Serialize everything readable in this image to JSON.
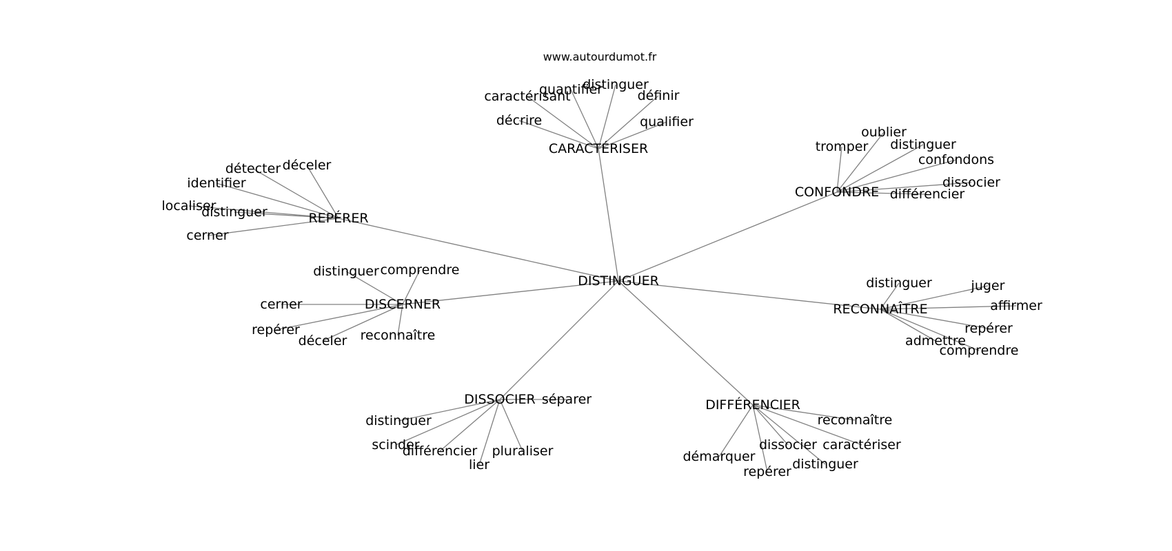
{
  "watermark": "www.autourdumot.fr",
  "center": "DISTINGUER",
  "groups": [
    {
      "label": "CARACTÉRISER",
      "words": [
        "caractérisant",
        "quantifier",
        "distinguer",
        "définir",
        "décrire",
        "qualifier"
      ]
    },
    {
      "label": "CONFONDRE",
      "words": [
        "tromper",
        "oublier",
        "distinguer",
        "confondons",
        "dissocier",
        "différencier"
      ]
    },
    {
      "label": "REPÉRER",
      "words": [
        "détecter",
        "déceler",
        "identifier",
        "localiser",
        "distinguer",
        "cerner"
      ]
    },
    {
      "label": "DISCERNER",
      "words": [
        "distinguer",
        "comprendre",
        "cerner",
        "repérer",
        "déceler",
        "reconnaître"
      ]
    },
    {
      "label": "RECONNAÎTRE",
      "words": [
        "distinguer",
        "juger",
        "affirmer",
        "repérer",
        "admettre",
        "comprendre"
      ]
    },
    {
      "label": "DISSOCIER",
      "words": [
        "séparer",
        "distinguer",
        "scinder",
        "différencier",
        "lier",
        "pluraliser"
      ]
    },
    {
      "label": "DIFFÉRENCIER",
      "words": [
        "reconnaître",
        "démarquer",
        "dissocier",
        "caractériser",
        "repérer",
        "distinguer"
      ]
    }
  ]
}
